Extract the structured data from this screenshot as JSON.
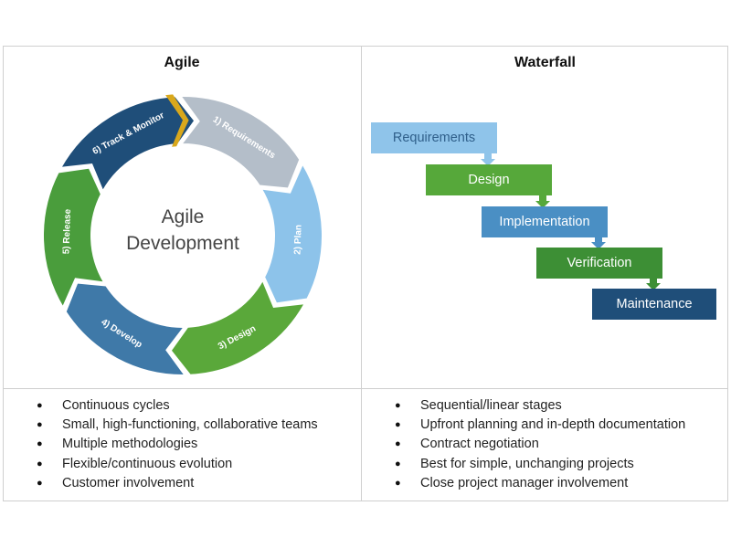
{
  "agile": {
    "title": "Agile",
    "center_line1": "Agile",
    "center_line2": "Development",
    "segments": [
      {
        "label": "1) Requirements",
        "color": "#b4bec9"
      },
      {
        "label": "2) Plan",
        "color": "#8dc3ea"
      },
      {
        "label": "3) Design",
        "color": "#5aa83a"
      },
      {
        "label": "4) Develop",
        "color": "#3f79a8"
      },
      {
        "label": "5) Release",
        "color": "#4a9d3c"
      },
      {
        "label": "6) Track & Monitor",
        "color": "#1f4e79"
      }
    ],
    "marker_color": "#d9a81c",
    "bullets": [
      "Continuous cycles",
      "Small, high-functioning, collaborative teams",
      "Multiple methodologies",
      "Flexible/continuous evolution",
      "Customer involvement"
    ]
  },
  "waterfall": {
    "title": "Waterfall",
    "stages": [
      {
        "label": "Requirements",
        "color": "#8fc4ea",
        "text_color": "#2f5f8a"
      },
      {
        "label": "Design",
        "color": "#56a83a",
        "text_color": "#ffffff"
      },
      {
        "label": "Implementation",
        "color": "#4a8fc4",
        "text_color": "#ffffff"
      },
      {
        "label": "Verification",
        "color": "#3d8f35",
        "text_color": "#ffffff"
      },
      {
        "label": "Maintenance",
        "color": "#1f4e79",
        "text_color": "#ffffff"
      }
    ],
    "bullets": [
      "Sequential/linear stages",
      "Upfront planning and in-depth documentation",
      "Contract negotiation",
      "Best for simple, unchanging projects",
      "Close project manager involvement"
    ]
  }
}
